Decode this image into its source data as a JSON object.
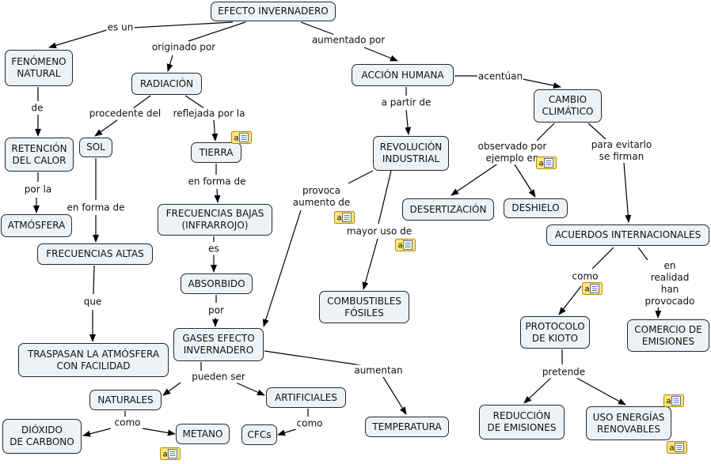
{
  "nodes": {
    "efecto": "EFECTO INVERNADERO",
    "fenomeno": "FENÓMENO\nNATURAL",
    "radiacion": "RADIACIÓN",
    "accion": "ACCIÓN  HUMANA",
    "cambio": "CAMBIO\nCLIMÁTICO",
    "retencion": "RETENCIÓN\nDEL CALOR",
    "sol": "SOL",
    "tierra": "TIERRA",
    "revolucion": "REVOLUCIÓN\nINDUSTRIAL",
    "atmosfera": "ATMÓSFERA",
    "frec_altas": "FRECUENCIAS ALTAS",
    "frec_bajas": "FRECUENCIAS BAJAS\n(INFRARROJO)",
    "desertizacion": "DESERTIZACIÓN",
    "deshielo": "DESHIELO",
    "acuerdos": "ACUERDOS INTERNACIONALES",
    "absorbido": "ABSORBIDO",
    "combustibles": "COMBUSTIBLES\nFÓSILES",
    "traspasan": "TRASPASAN LA ATMÓSFERA\nCON FACILIDAD",
    "gases": "GASES EFECTO\nINVERNADERO",
    "protocolo": "PROTOCOLO\nDE KIOTO",
    "comercio": "COMERCIO DE\nEMISIONES",
    "naturales": "NATURALES",
    "artificiales": "ARTIFICIALES",
    "temperatura": "TEMPERATURA",
    "dioxido": "DIÓXIDO\nDE CARBONO",
    "metano": "METANO",
    "cfcs": "CFCs",
    "reduccion": "REDUCCIÓN\nDE EMISIONES",
    "uso": "USO ENERGÍAS\nRENOVABLES"
  },
  "links": {
    "es_un": "es un",
    "originado_por": "originado por",
    "aumentado_por": "aumentado por",
    "acentuan": "acentúan",
    "de": "de",
    "procedente_del": "procedente del",
    "reflejada_por_la": "reflejada por la",
    "a_partir_de": "a partir de",
    "observado_por": "observado por\nejemplo en",
    "para_evitarlo": "para evitarlo\nse firman",
    "por_la": "por la",
    "en_forma_de_1": "en forma de",
    "en_forma_de_2": "en forma de",
    "provoca": "provoca\naumento de",
    "mayor_uso": "mayor uso de",
    "es": "es",
    "como_1": "como",
    "en_realidad": "en realidad\nhan provocado",
    "que": "que",
    "por": "por",
    "pueden_ser": "pueden ser",
    "aumentan": "aumentan",
    "pretende": "pretende",
    "como_2": "como",
    "como_3": "como"
  },
  "resource_icon": "attached-document-icon",
  "colors": {
    "node_fill": "#eef2f4",
    "node_border": "#1f2a33",
    "line": "#000000",
    "icon_fill": "#ffe680",
    "icon_border": "#b08a00"
  }
}
